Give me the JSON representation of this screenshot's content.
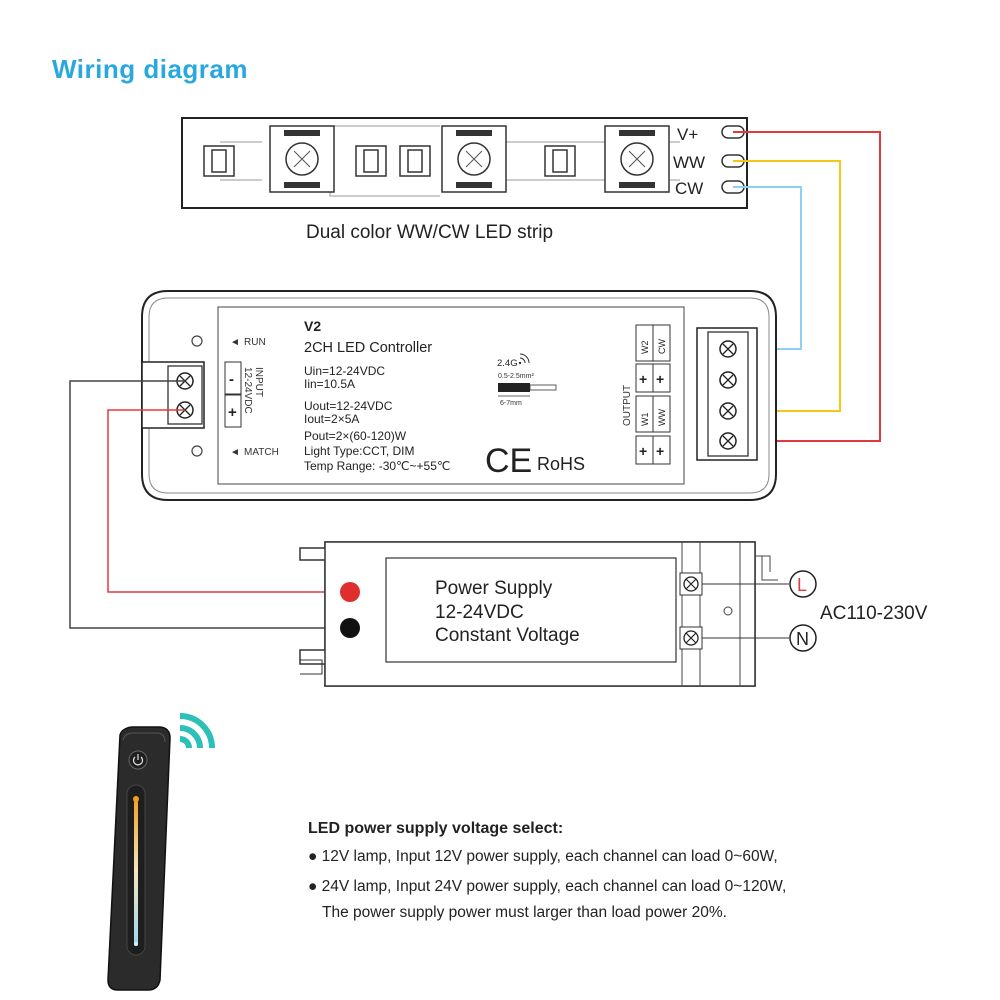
{
  "title": "Wiring diagram",
  "strip": {
    "caption": "Dual color WW/CW LED strip",
    "terminals": [
      "V+",
      "WW",
      "CW"
    ]
  },
  "controller": {
    "model": "V2",
    "name": "2CH LED Controller",
    "run_label": "RUN",
    "match_label": "MATCH",
    "input_label": "INPUT",
    "input_voltage": "12-24VDC",
    "minus": "-",
    "plus": "+",
    "specs": [
      "Uin=12-24VDC",
      "Iin=10.5A",
      "Uout=12-24VDC",
      "Iout=2×5A",
      "Pout=2×(60-120)W",
      "Light Type:CCT, DIM",
      "Temp Range: -30℃~+55℃"
    ],
    "rf_label": "2.4G",
    "wire_size": "0.5-2.5mm²",
    "strip_length": "6-7mm",
    "ce_mark": "CE",
    "rohs": "RoHS",
    "output_label": "OUTPUT",
    "output_channels_top": [
      "W2",
      "CW"
    ],
    "output_channels_bottom": [
      "W1",
      "WW"
    ]
  },
  "power_supply": {
    "lines": [
      "Power Supply",
      "12-24VDC",
      "Constant Voltage"
    ],
    "l_label": "L",
    "n_label": "N",
    "ac_label": "AC110-230V"
  },
  "notes": {
    "heading": "LED power supply voltage select:",
    "items": [
      "● 12V lamp, Input 12V power supply, each channel can load 0~60W,",
      "● 24V lamp, Input 24V power supply, each channel can load 0~120W,",
      "The power supply power must larger than load power 20%."
    ]
  },
  "colors": {
    "title": "#29a8df",
    "wire_red": "#e03a3e",
    "wire_yellow": "#f5c518",
    "wire_blue": "#8fd0f0",
    "wire_black": "#333333",
    "remote_body": "#2b2b2b",
    "wifi": "#2cc0b8"
  },
  "icons": [
    "wifi-signal-icon",
    "power-icon",
    "screw-terminal-icon",
    "led-chip-icon"
  ]
}
